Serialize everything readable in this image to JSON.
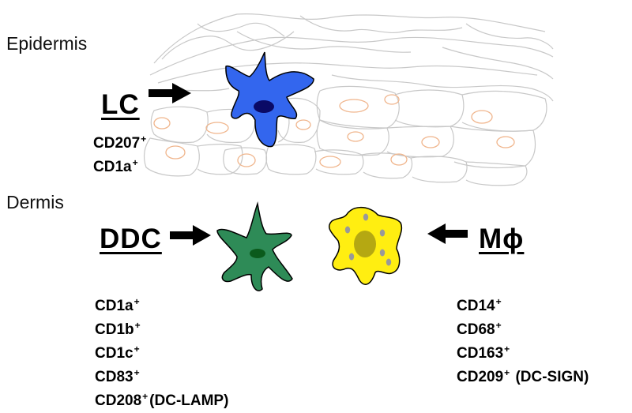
{
  "layers": {
    "epidermis": "Epidermis",
    "dermis": "Dermis"
  },
  "cells": {
    "lc": {
      "label": "LC",
      "color": "#3366ee",
      "nucleus_color": "#0a0a66",
      "markers": [
        {
          "name": "CD207",
          "sup": "+",
          "note": ""
        },
        {
          "name": "CD1a",
          "sup": "+",
          "note": ""
        }
      ]
    },
    "ddc": {
      "label": "DDC",
      "color": "#2e8b57",
      "nucleus_color": "#0b5a1c",
      "markers": [
        {
          "name": "CD1a",
          "sup": "+",
          "note": ""
        },
        {
          "name": "CD1b",
          "sup": "+",
          "note": ""
        },
        {
          "name": "CD1c",
          "sup": "+",
          "note": ""
        },
        {
          "name": "CD83",
          "sup": "+",
          "note": ""
        },
        {
          "name": "CD208",
          "sup": "+",
          "note": "(DC-LAMP)"
        }
      ]
    },
    "mphi": {
      "label": "Mϕ",
      "color": "#ffee11",
      "nucleus_color": "#b5a812",
      "granule_color": "#999999",
      "markers": [
        {
          "name": "CD14",
          "sup": "+",
          "note": ""
        },
        {
          "name": "CD68",
          "sup": "+",
          "note": ""
        },
        {
          "name": "CD163",
          "sup": "+",
          "note": ""
        },
        {
          "name": "CD209",
          "sup": "+",
          "note": " (DC-SIGN)"
        }
      ]
    }
  },
  "colors": {
    "tissue_line": "#c8c8c8",
    "keratinocyte_nucleus": "#f0b58c",
    "arrow": "#000000",
    "cell_outline": "#000000"
  }
}
